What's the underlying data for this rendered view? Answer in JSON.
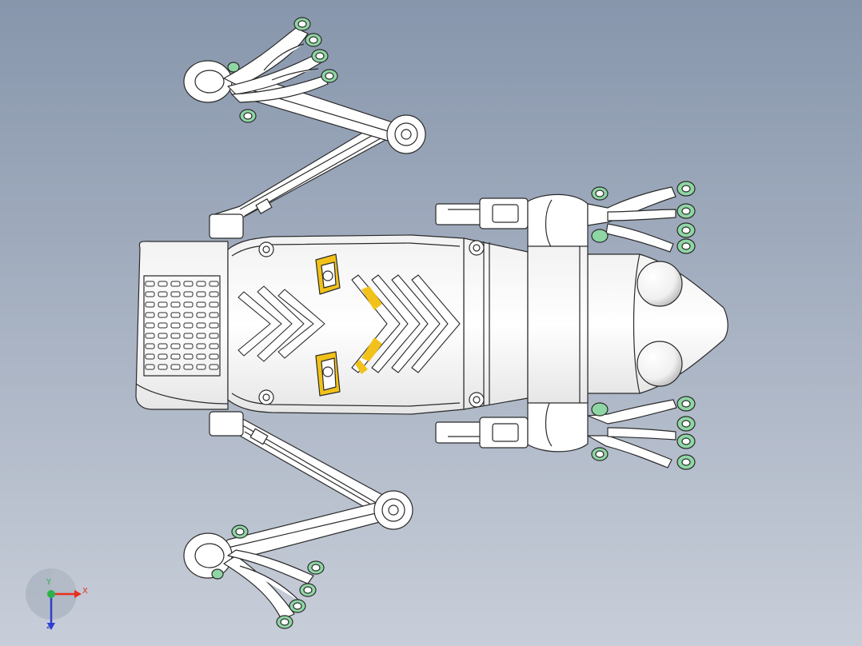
{
  "triad": {
    "x_label": "X",
    "y_label": "Y",
    "z_label": "Z",
    "x_color": "#e8301e",
    "y_color": "#2bb24a",
    "z_color": "#2c3fd0"
  },
  "colors": {
    "viewport_top": "#8796ac",
    "viewport_bottom": "#c8ced9",
    "part_fill": "#ffffff",
    "edge": "#2a2a2a",
    "accent_yellow": "#f2c21a",
    "wheel_green": "#8fd6a5"
  }
}
